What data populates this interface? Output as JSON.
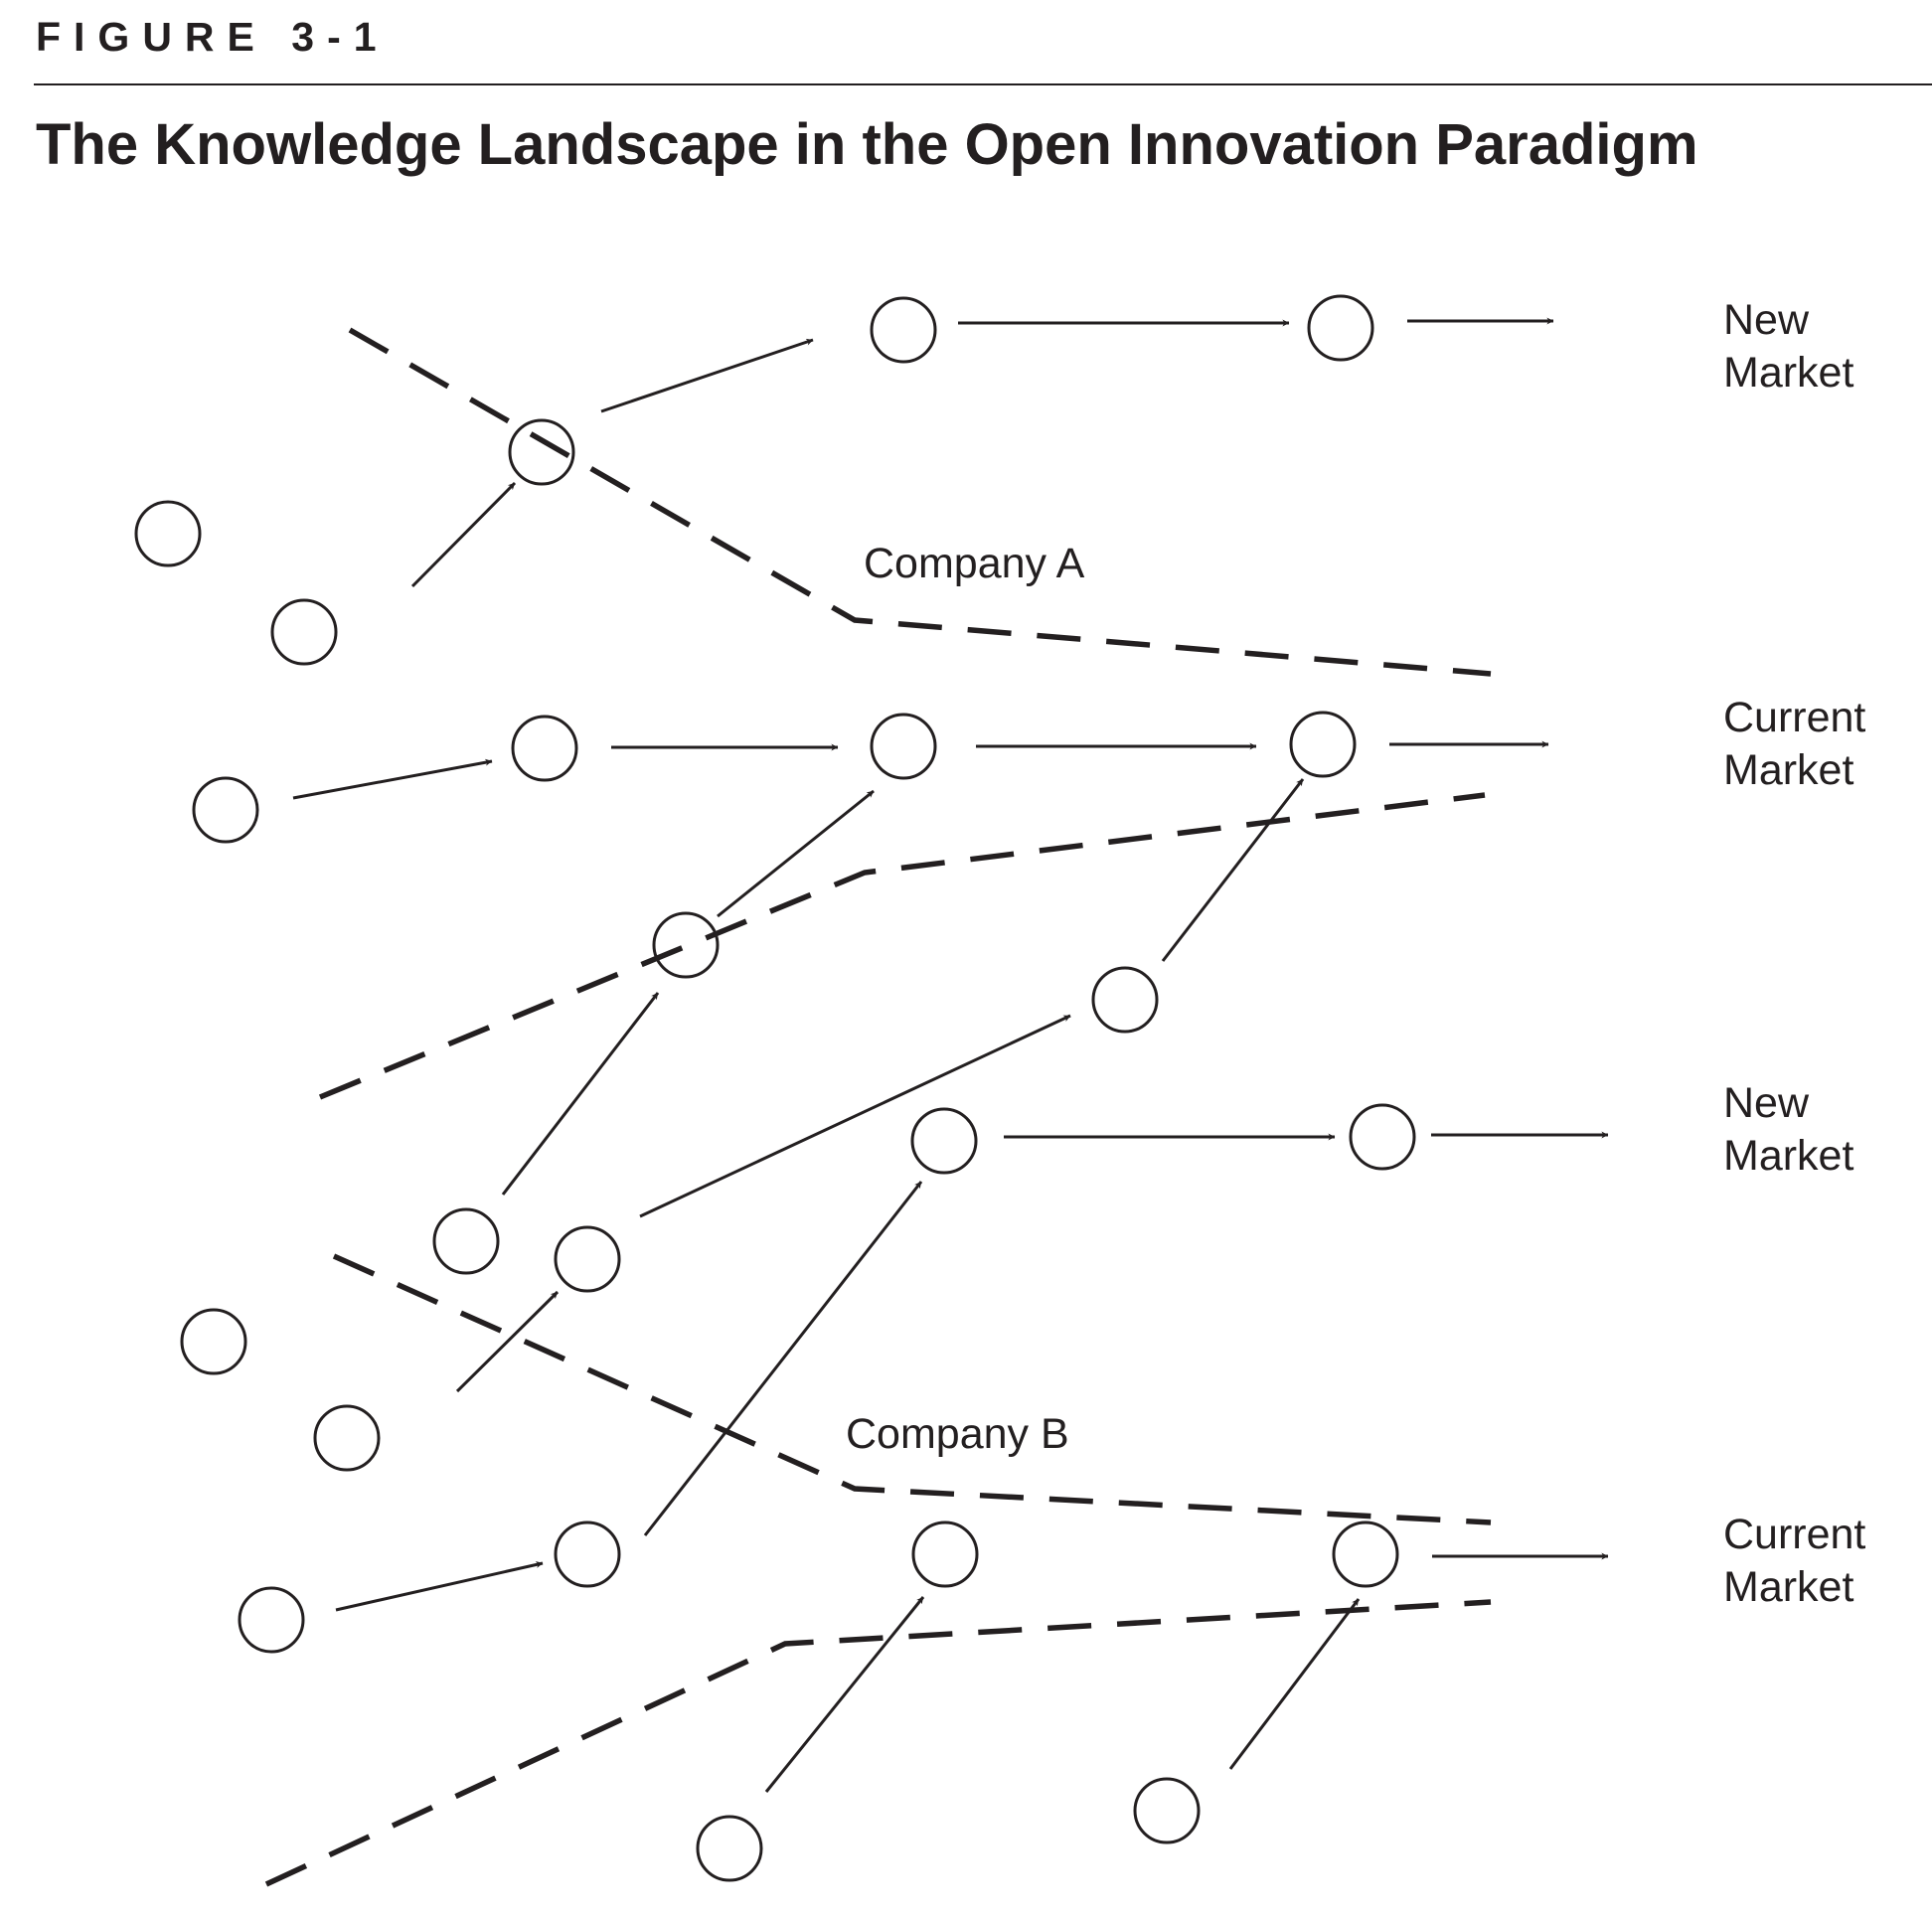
{
  "figure": {
    "label": "FIGURE 3-1",
    "title": "The Knowledge Landscape in the Open Innovation Paradigm"
  },
  "companies": [
    {
      "label": "Company A"
    },
    {
      "label": "Company B"
    }
  ],
  "markets": [
    {
      "line1": "New",
      "line2": "Market"
    },
    {
      "line1": "Current",
      "line2": "Market"
    },
    {
      "line1": "New",
      "line2": "Market"
    },
    {
      "line1": "Current",
      "line2": "Market"
    }
  ]
}
